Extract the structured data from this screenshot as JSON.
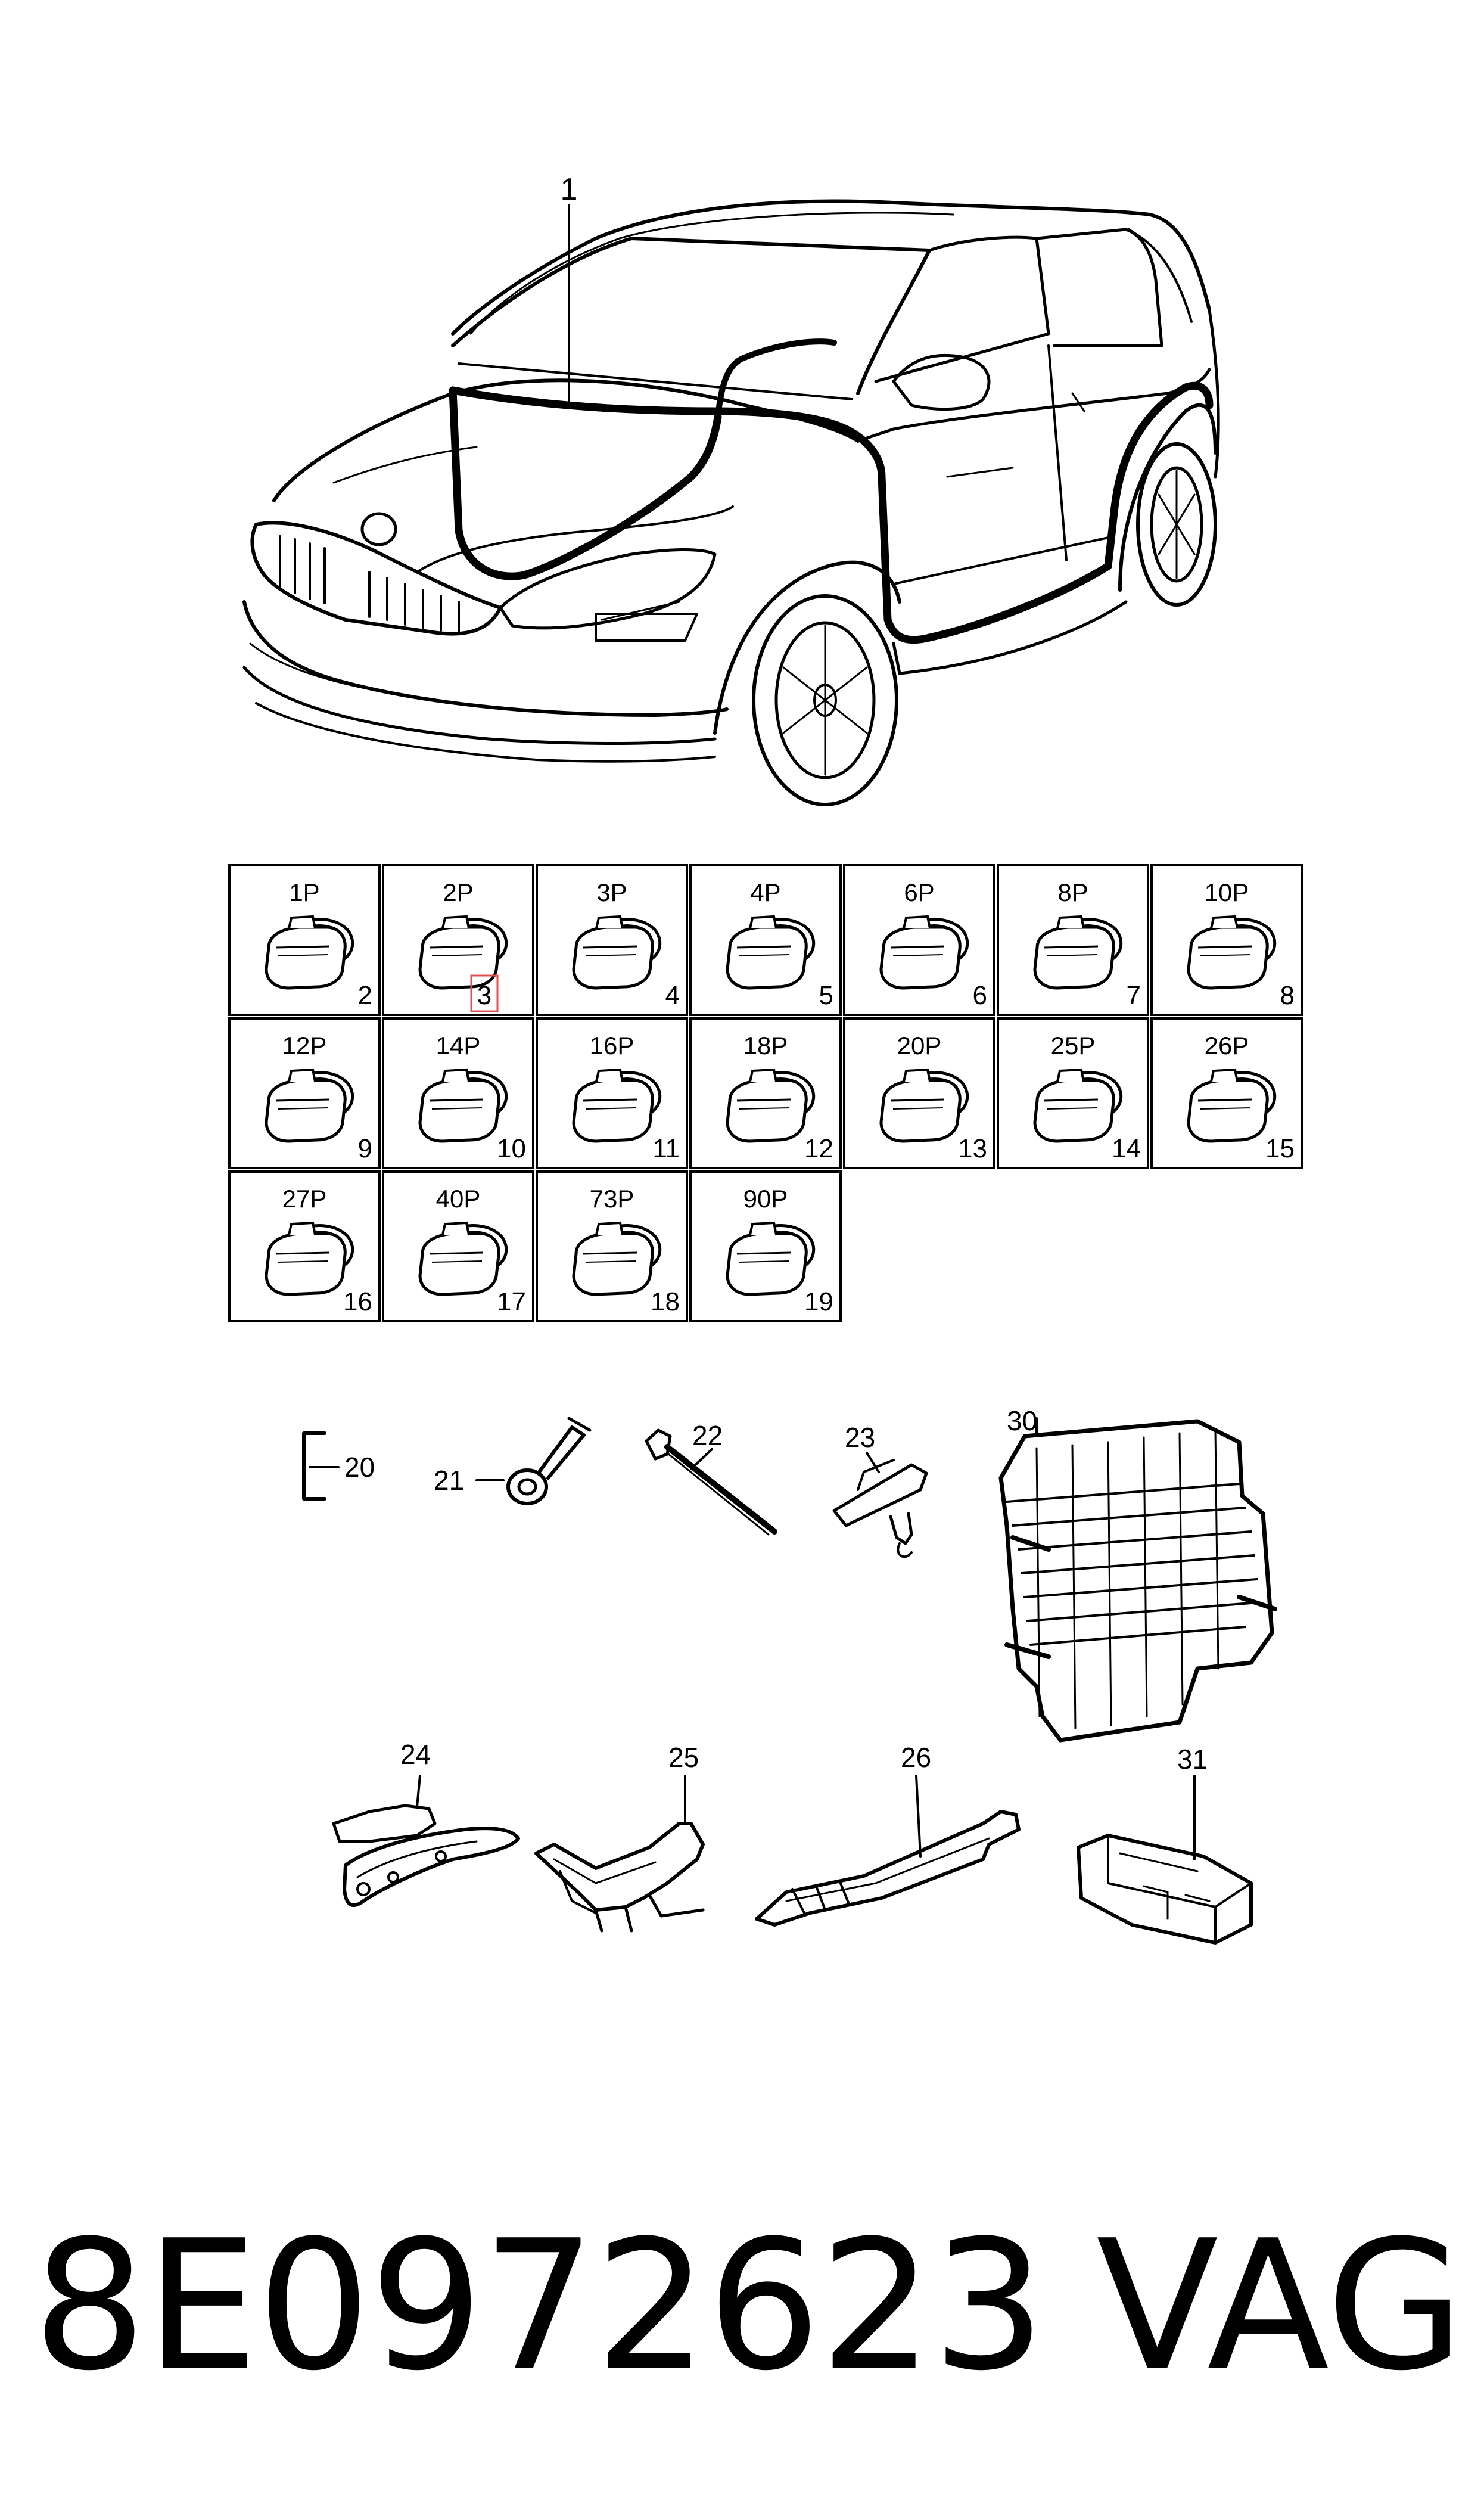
{
  "car_callout": "1",
  "connectors": [
    {
      "label": "1P",
      "num": "2"
    },
    {
      "label": "2P",
      "num": "3",
      "highlight": true
    },
    {
      "label": "3P",
      "num": "4"
    },
    {
      "label": "4P",
      "num": "5"
    },
    {
      "label": "6P",
      "num": "6"
    },
    {
      "label": "8P",
      "num": "7"
    },
    {
      "label": "10P",
      "num": "8"
    },
    {
      "label": "12P",
      "num": "9"
    },
    {
      "label": "14P",
      "num": "10"
    },
    {
      "label": "16P",
      "num": "11"
    },
    {
      "label": "18P",
      "num": "12"
    },
    {
      "label": "20P",
      "num": "13"
    },
    {
      "label": "25P",
      "num": "14"
    },
    {
      "label": "26P",
      "num": "15"
    },
    {
      "label": "27P",
      "num": "16"
    },
    {
      "label": "40P",
      "num": "17"
    },
    {
      "label": "73P",
      "num": "18"
    },
    {
      "label": "90P",
      "num": "19"
    }
  ],
  "parts": {
    "p20": "20",
    "p21": "21",
    "p22": "22",
    "p23": "23",
    "p24": "24",
    "p25": "25",
    "p26": "26",
    "p30": "30",
    "p31": "31"
  },
  "colors": {
    "highlight": "#e05050"
  },
  "footer": {
    "part_number": "8E0972623",
    "brand": "VAG"
  }
}
